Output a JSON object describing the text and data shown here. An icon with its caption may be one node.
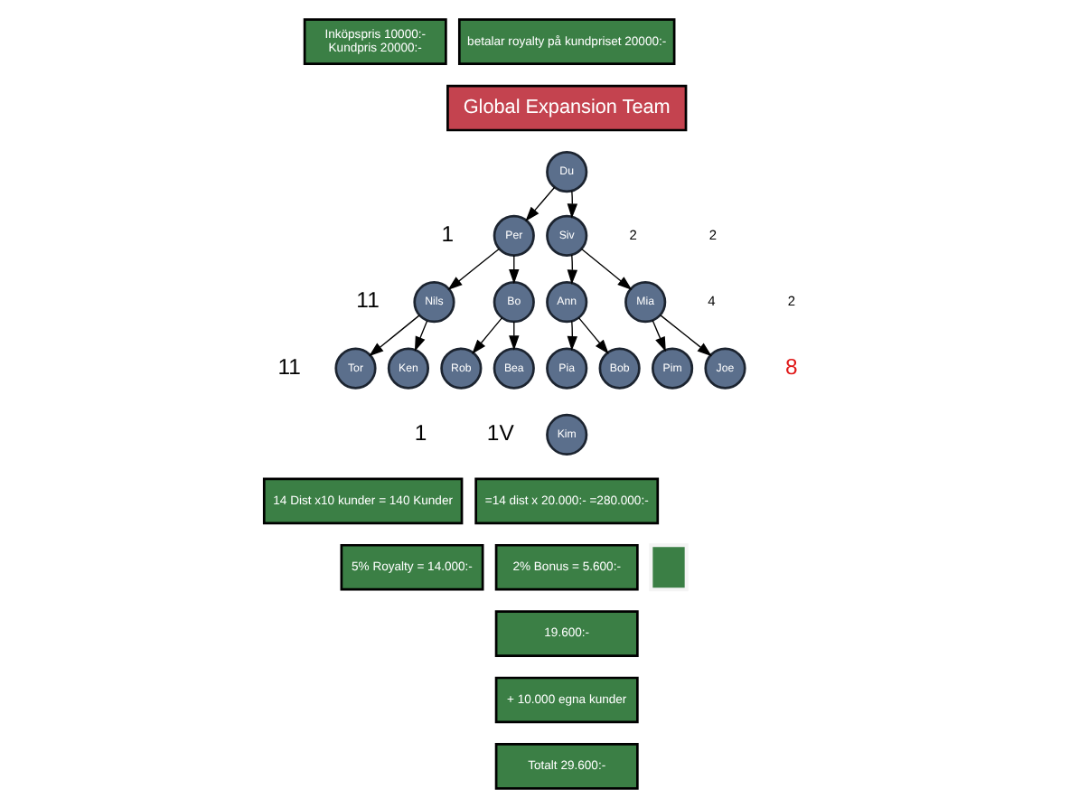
{
  "diagram": {
    "nodes": [
      {
        "text": [
          "Inköpspris 10000:-",
          "Kundpris 20000:-"
        ]
      },
      {
        "text": [
          "betalar royalty på kundpriset 20000:-"
        ]
      },
      {
        "text": [
          "Global Expansion Team"
        ]
      },
      {
        "text": [
          "Du"
        ]
      },
      {
        "text": [
          "Per"
        ]
      },
      {
        "text": [
          "Siv"
        ]
      },
      {
        "text": [
          "Nils"
        ]
      },
      {
        "text": [
          "Bo"
        ]
      },
      {
        "text": [
          "Ann"
        ]
      },
      {
        "text": [
          "Mia"
        ]
      },
      {
        "text": [
          "Tor"
        ]
      },
      {
        "text": [
          "Ken"
        ]
      },
      {
        "text": [
          "Rob"
        ]
      },
      {
        "text": [
          "Bea"
        ]
      },
      {
        "text": [
          "Pia"
        ]
      },
      {
        "text": [
          "Bob"
        ]
      },
      {
        "text": [
          "Pim"
        ]
      },
      {
        "text": [
          "Joe"
        ]
      },
      {
        "text": [
          "Kim"
        ]
      },
      {
        "text": [
          "14 Dist x10 kunder = 140 Kunder"
        ]
      },
      {
        "text": [
          "=14 dist x 20.000:- =280.000:-"
        ]
      },
      {
        "text": [
          "5% Royalty = 14.000:-"
        ]
      },
      {
        "text": [
          "2% Bonus = 5.600:-"
        ]
      },
      {
        "text": [],
        "shape": "box"
      },
      {
        "text": [
          "19.600:-"
        ]
      },
      {
        "text": [
          "+ 10.000 egna kunder"
        ]
      },
      {
        "text": [
          "Totalt 29.600:-"
        ]
      }
    ],
    "edges": [
      {
        "from": 3,
        "to": 4,
        "arrow": "to"
      },
      {
        "from": 3,
        "to": 5,
        "arrow": "to"
      },
      {
        "from": 4,
        "to": 6,
        "arrow": "to"
      },
      {
        "from": 4,
        "to": 7,
        "arrow": "to"
      },
      {
        "from": 5,
        "to": 8,
        "arrow": "to"
      },
      {
        "from": 5,
        "to": 9,
        "arrow": "to"
      },
      {
        "from": 6,
        "to": 10,
        "arrow": "to"
      },
      {
        "from": 6,
        "to": 11,
        "arrow": "to"
      },
      {
        "from": 7,
        "to": 12,
        "arrow": "to"
      },
      {
        "from": 7,
        "to": 13,
        "arrow": "to"
      },
      {
        "from": 8,
        "to": 14,
        "arrow": "to"
      },
      {
        "from": 8,
        "to": 15,
        "arrow": "to"
      },
      {
        "from": 9,
        "to": 16,
        "arrow": "to"
      },
      {
        "from": 9,
        "to": 17,
        "arrow": "to"
      }
    ],
    "labels": [
      "1",
      "2",
      "2",
      "11",
      "4",
      "2",
      "11",
      "1",
      "8",
      "1V"
    ]
  }
}
